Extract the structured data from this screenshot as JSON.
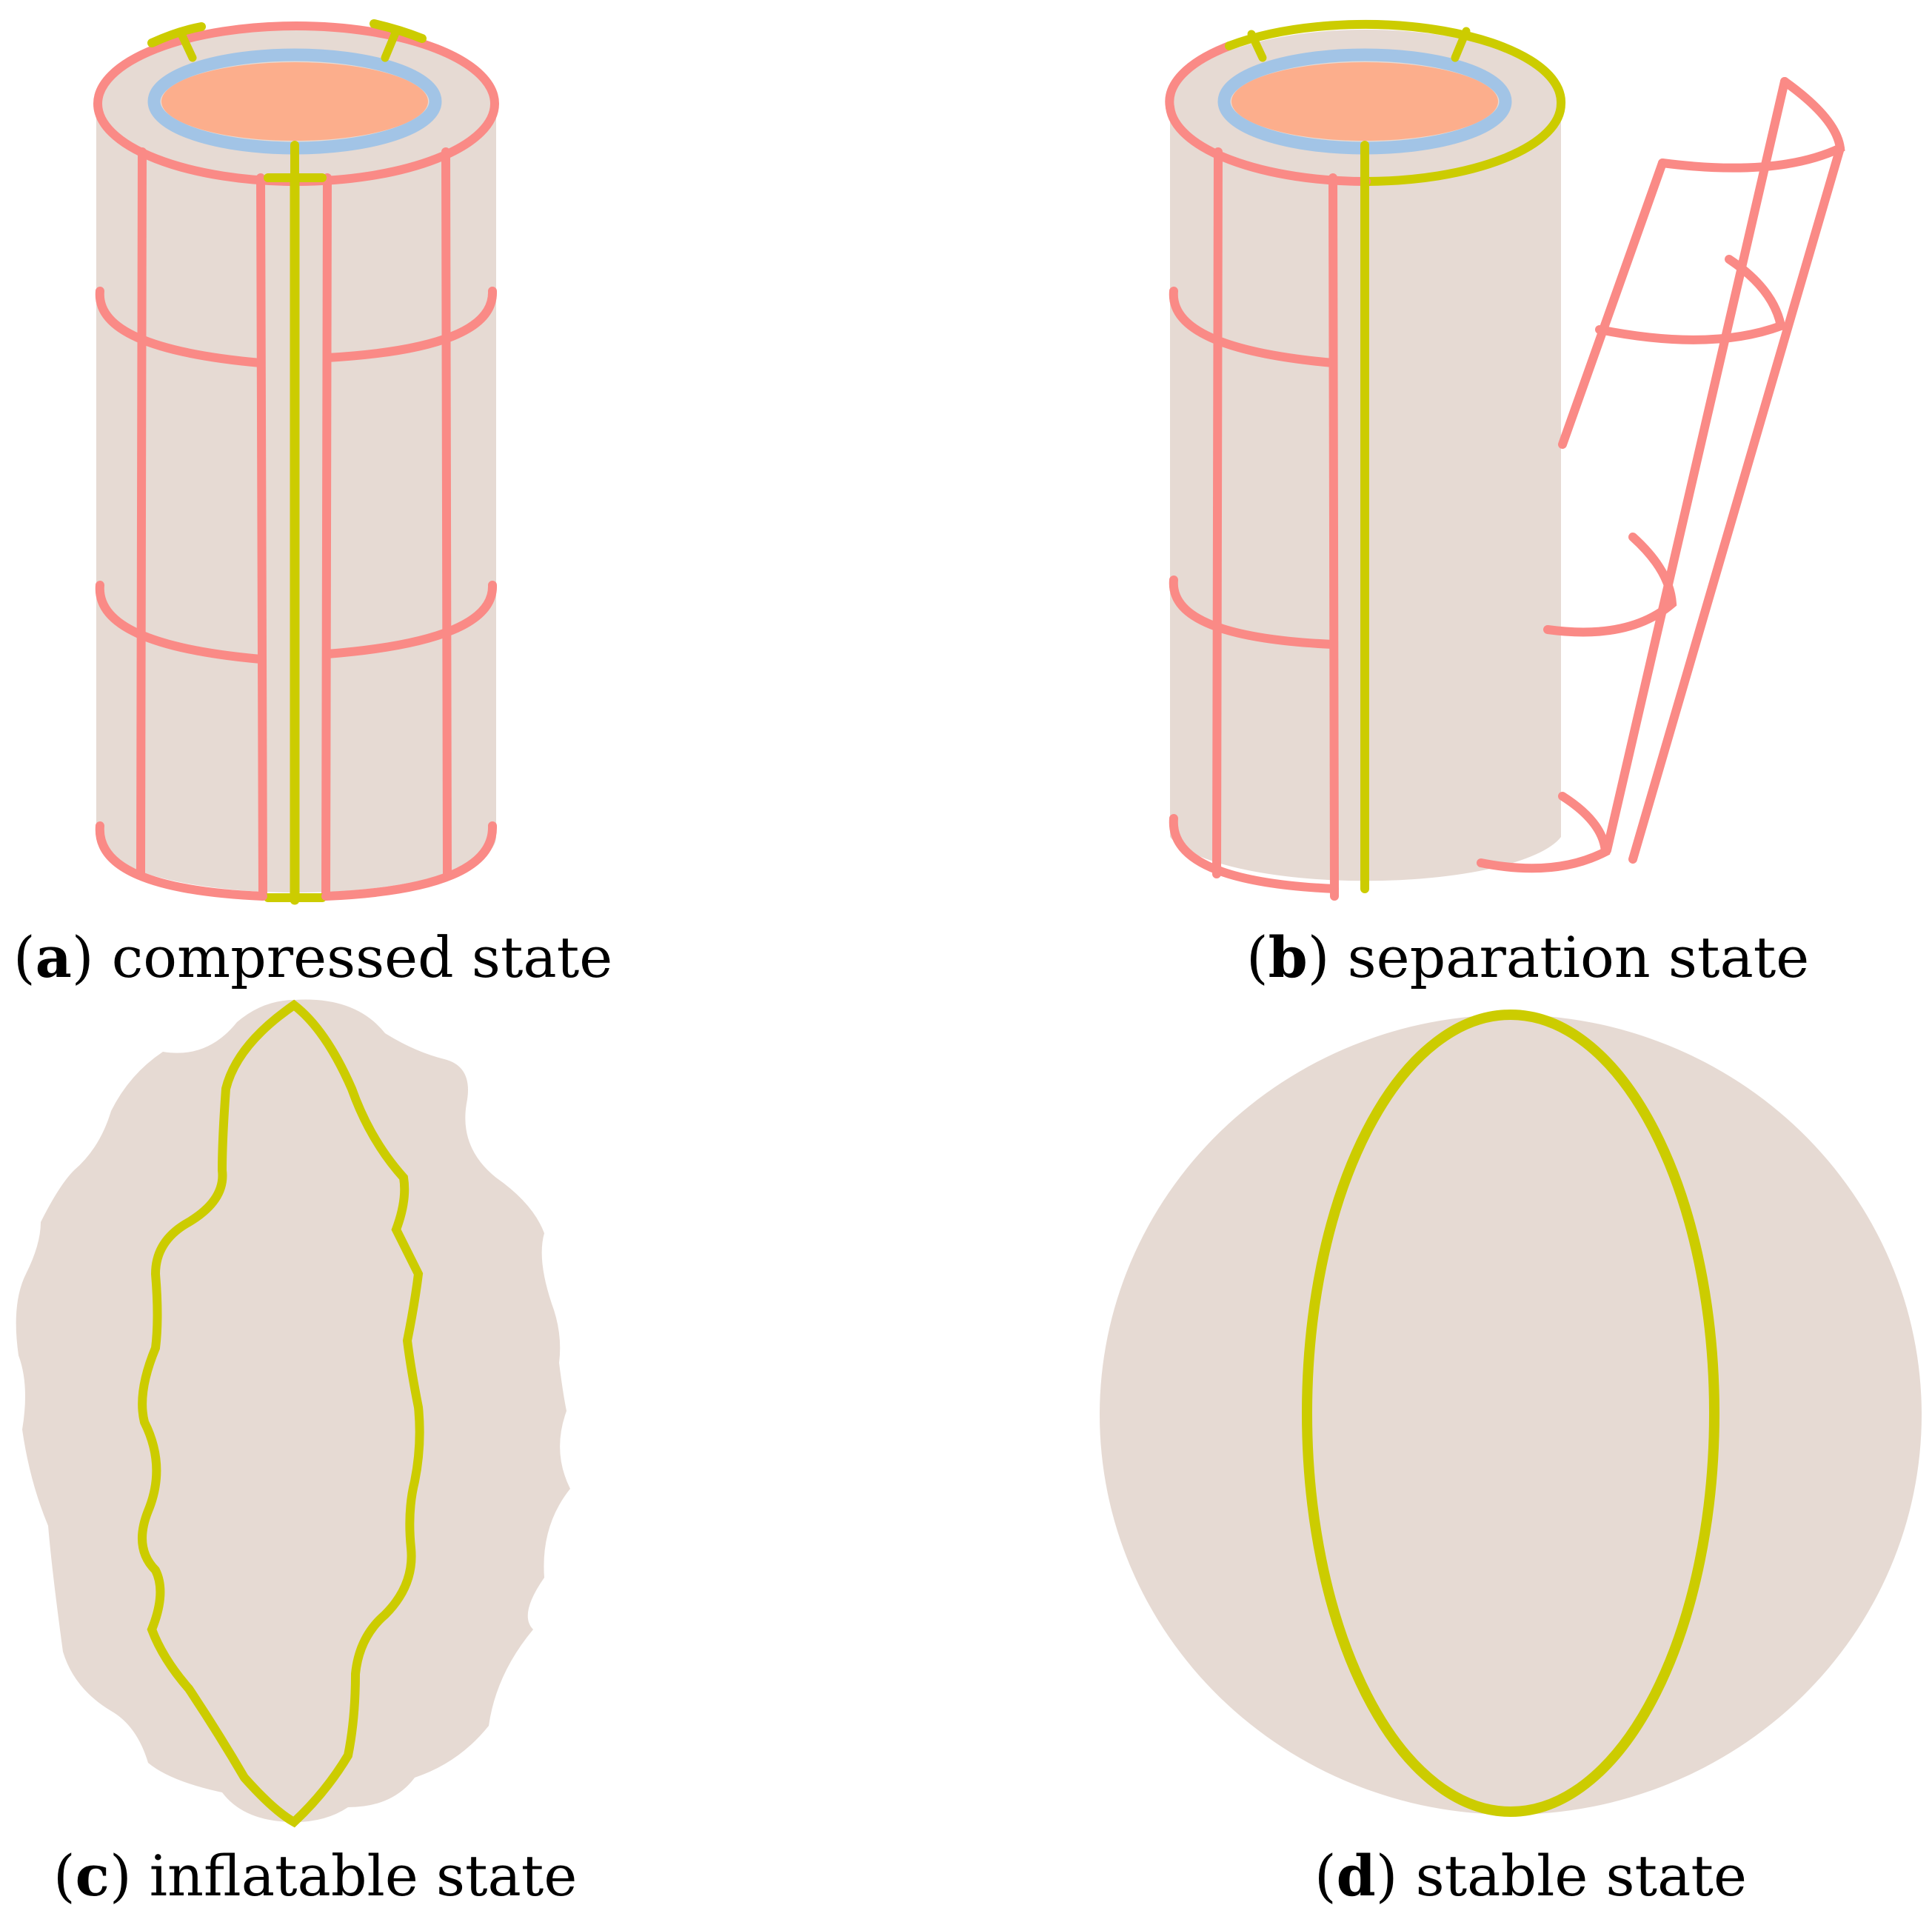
{
  "colors": {
    "membrane": "#e6dad3",
    "rib": "#fa8a86",
    "seam": "#cccc00",
    "inner_ring": "#a2c4e6",
    "core": "#fcae8c"
  },
  "panels": [
    {
      "id": "a",
      "letter": "a",
      "label": "compressed state"
    },
    {
      "id": "b",
      "letter": "b",
      "label": "separation state"
    },
    {
      "id": "c",
      "letter": "c",
      "label": "inflatable state"
    },
    {
      "id": "d",
      "letter": "d",
      "label": "stable state"
    }
  ]
}
